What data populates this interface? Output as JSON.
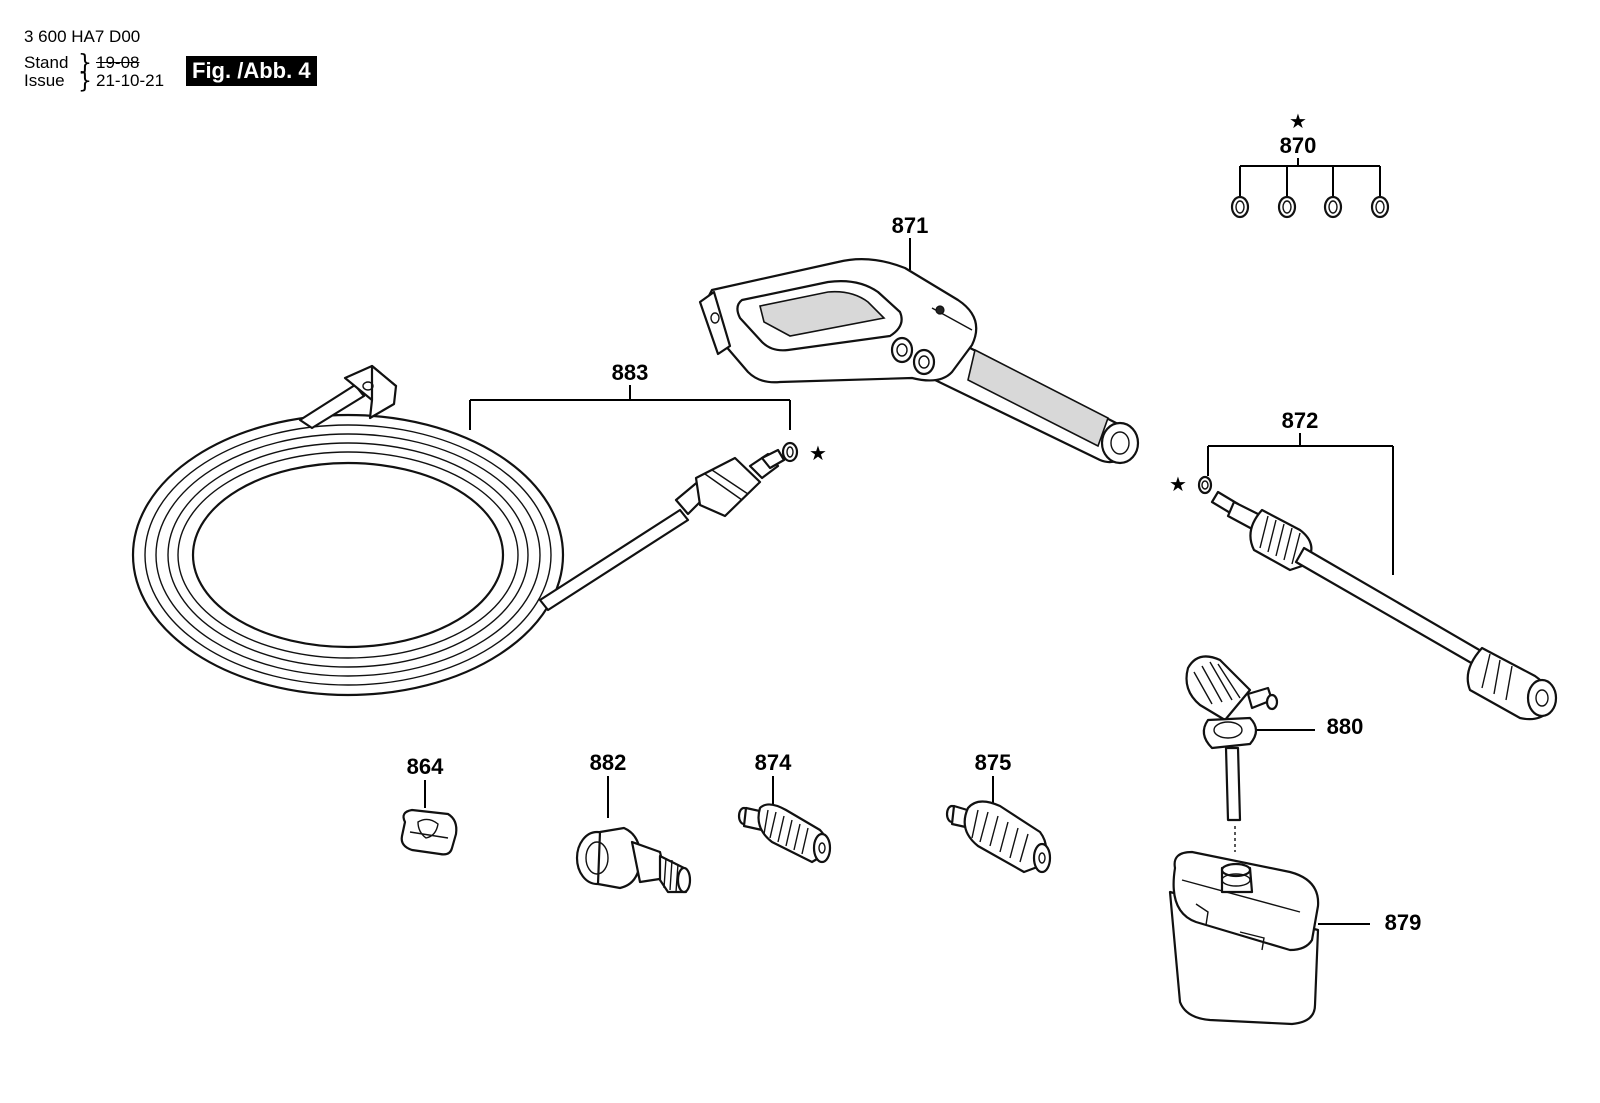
{
  "header": {
    "doc_number": "3 600 HA7 D00",
    "stand_label": "Stand",
    "issue_label": "Issue",
    "old_date": "19-08",
    "new_date": "21-10-21",
    "figure_label": "Fig. /Abb. 4"
  },
  "callouts": {
    "p864": "864",
    "p870": "870",
    "p871": "871",
    "p872": "872",
    "p874": "874",
    "p875": "875",
    "p879": "879",
    "p880": "880",
    "p882": "882",
    "p883": "883"
  },
  "markers": {
    "star": "★"
  }
}
